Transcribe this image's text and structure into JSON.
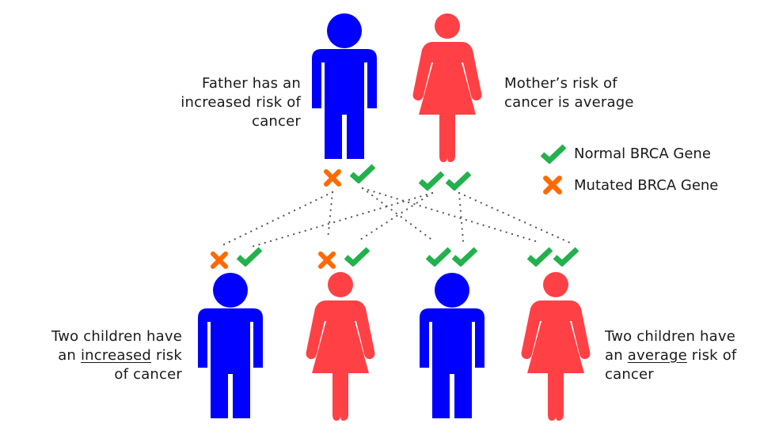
{
  "colors": {
    "male": "#0000ff",
    "female": "#ff4146",
    "normal": "#22b14c",
    "mutated": "#ff6a00",
    "line": "#555555",
    "text": "#1a1a1a"
  },
  "parents": {
    "father": {
      "label_lines": [
        "Father has an",
        "increased risk of",
        "cancer"
      ],
      "genes": [
        "mutated",
        "normal"
      ]
    },
    "mother": {
      "label_lines": [
        "Mother’s risk of",
        "cancer is average"
      ],
      "genes": [
        "normal",
        "normal"
      ]
    }
  },
  "legend": {
    "items": [
      {
        "icon": "check-icon",
        "label": "Normal BRCA Gene"
      },
      {
        "icon": "cross-icon",
        "label": "Mutated BRCA Gene"
      }
    ]
  },
  "children": [
    {
      "sex": "male",
      "genes": [
        "mutated",
        "normal"
      ]
    },
    {
      "sex": "female",
      "genes": [
        "mutated",
        "normal"
      ]
    },
    {
      "sex": "male",
      "genes": [
        "normal",
        "normal"
      ]
    },
    {
      "sex": "female",
      "genes": [
        "normal",
        "normal"
      ]
    }
  ],
  "captions": {
    "left": {
      "line1": "Two children have",
      "line2_pre": "an ",
      "line2_em": "increased",
      "line2_post": " risk",
      "line3": "of cancer"
    },
    "right": {
      "line1": "Two children have",
      "line2_pre": "an ",
      "line2_em": "average",
      "line2_post": " risk of",
      "line3": "cancer"
    }
  }
}
